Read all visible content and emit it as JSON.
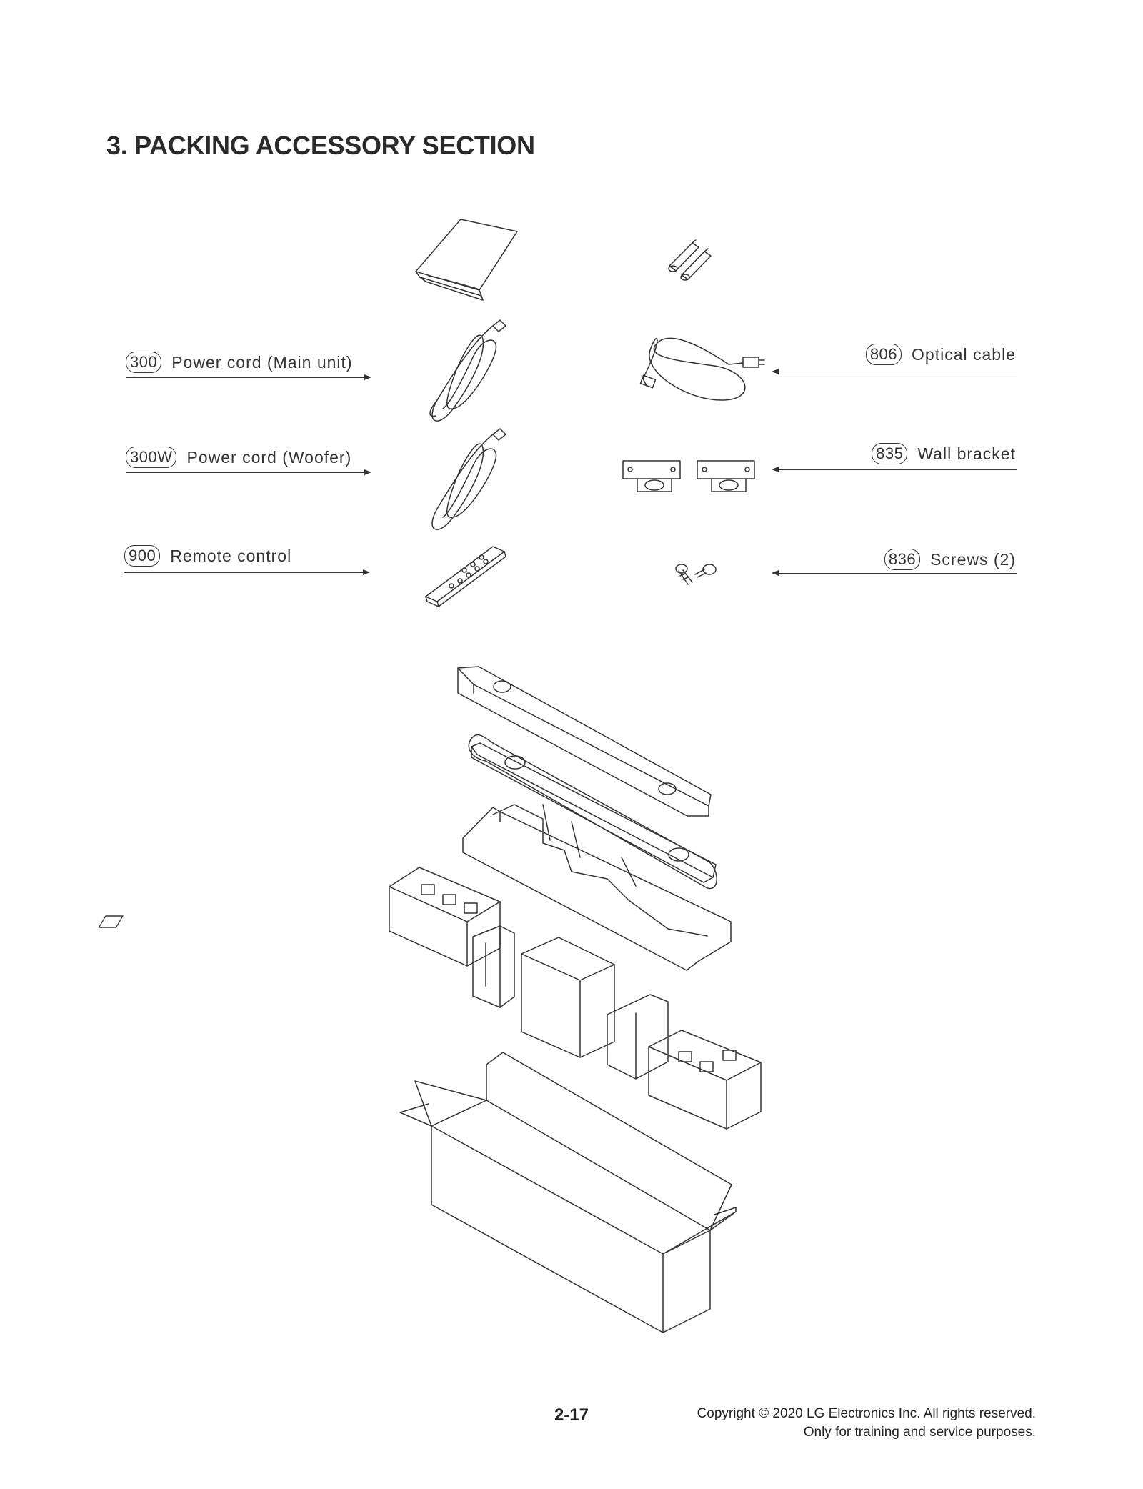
{
  "title": "3. PACKING ACCESSORY SECTION",
  "callouts": [
    {
      "ref": "300",
      "label": "Power cord (Main unit)"
    },
    {
      "ref": "300W",
      "label": "Power cord (Woofer)"
    },
    {
      "ref": "900",
      "label": "Remote control"
    },
    {
      "ref": "806",
      "label": "Optical cable"
    },
    {
      "ref": "835",
      "label": "Wall bracket"
    },
    {
      "ref": "836",
      "label": "Screws (2)"
    }
  ],
  "footer": {
    "page_number": "2-17",
    "copyright": "Copyright © 2020 LG Electronics Inc. All rights reserved.",
    "notice": "Only for training and service purposes."
  }
}
